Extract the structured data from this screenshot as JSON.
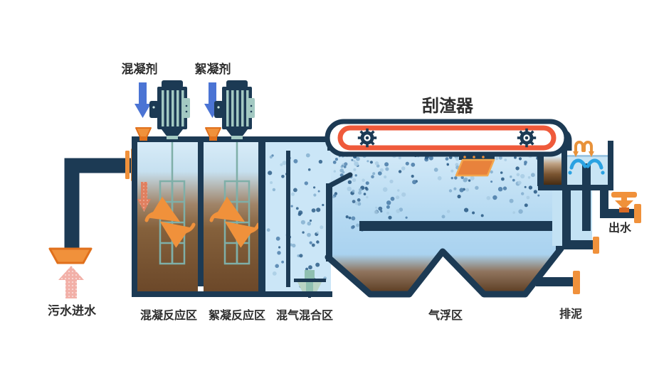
{
  "diagram": {
    "annotations": {
      "coagulant": "混凝剂",
      "flocculant": "絮凝剂",
      "scraper": "刮渣器",
      "inlet": "污水进水",
      "outlet": "出水",
      "sludge_discharge": "排泥"
    },
    "zones": [
      {
        "id": "coagulation",
        "label": "混凝反应区"
      },
      {
        "id": "flocculation",
        "label": "絮凝反应区"
      },
      {
        "id": "air_mixing",
        "label": "混气混合区"
      },
      {
        "id": "flotation",
        "label": "气浮区"
      }
    ],
    "colors": {
      "pipe_navy": "#1C3A54",
      "accent_orange": "#F0913B",
      "belt_red": "#EF5A3B",
      "dosing_arrow_blue": "#4B74D4",
      "equipment_teal": "#7FAFA8",
      "water_light_blue": "#CBE6F7",
      "sludge_brown": "#5E3C1E",
      "fountain_blue": "#2AA2E2",
      "inlet_arrow_pink": "#F2B0A8"
    }
  }
}
